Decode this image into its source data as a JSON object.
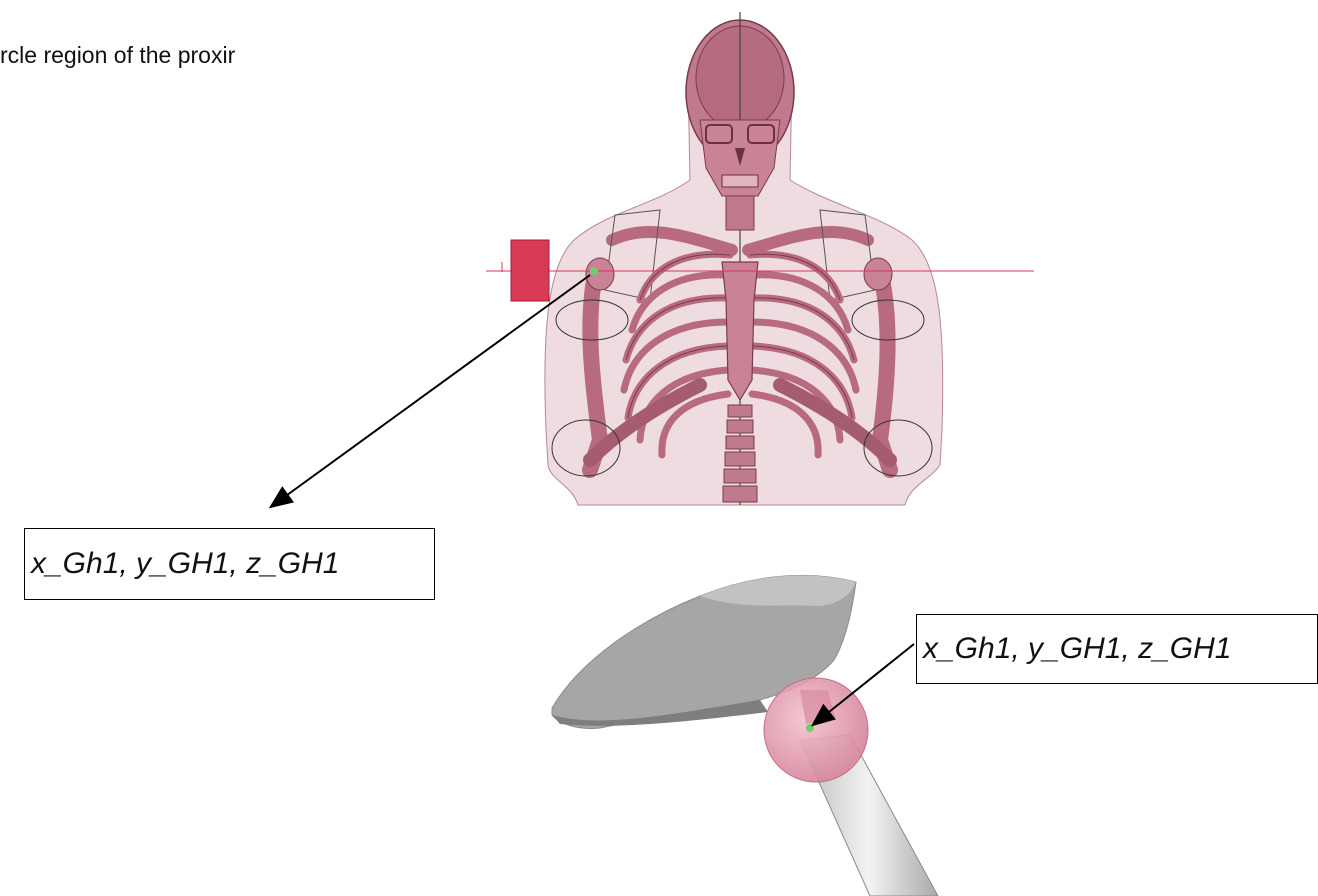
{
  "caption": "rcle region of the proxir",
  "labels": {
    "full_body": "x_Gh1, y_GH1, z_GH1",
    "shoulder_detail": "x_Gh1, y_GH1, z_GH1"
  },
  "colors": {
    "skeleton": "#b86a80",
    "skeleton_dark": "#7a3a4c",
    "skin": "#ead0d6",
    "marker_block": "#d93a53",
    "landmark": "#6fd06a",
    "scapula": "#a6a6a6",
    "humeral_head": "#e7a3b6"
  }
}
